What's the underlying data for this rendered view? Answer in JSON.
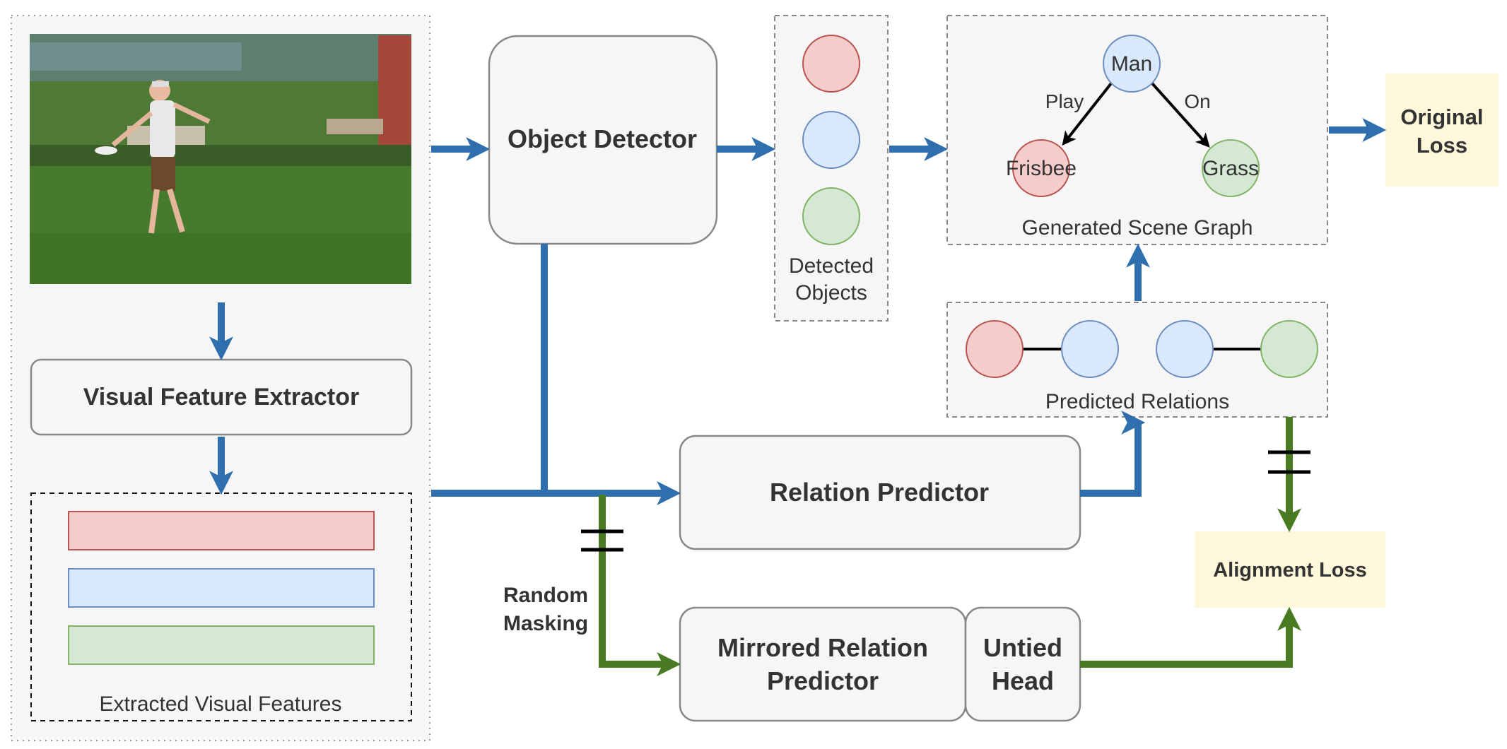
{
  "photo": {
    "description_icon": "frisbee-player-photo"
  },
  "modules": {
    "object_detector": "Object Detector",
    "visual_feature_extractor": "Visual Feature Extractor",
    "relation_predictor": "Relation Predictor",
    "mirrored_relation_predictor_line1": "Mirrored Relation",
    "mirrored_relation_predictor_line2": "Predictor",
    "untied_head_line1": "Untied",
    "untied_head_line2": "Head"
  },
  "labels": {
    "extracted_visual_features": "Extracted Visual Features",
    "detected_objects_line1": "Detected",
    "detected_objects_line2": "Objects",
    "generated_scene_graph": "Generated Scene Graph",
    "predicted_relations": "Predicted Relations",
    "random_masking_line1": "Random",
    "random_masking_line2": "Masking"
  },
  "losses": {
    "original_loss_line1": "Original",
    "original_loss_line2": "Loss",
    "alignment_loss": "Alignment Loss"
  },
  "scene_graph": {
    "nodes": {
      "man": "Man",
      "frisbee": "Frisbee",
      "grass": "Grass"
    },
    "edges": {
      "play": "Play",
      "on": "On"
    }
  },
  "colors": {
    "red_fill": "#f4cccc",
    "red_stroke": "#b85450",
    "blue_fill": "#dae8fc",
    "blue_stroke": "#6c8ebf",
    "green_fill": "#d5e8d4",
    "green_stroke": "#82b366",
    "flow_blue": "#2f6fad",
    "flow_green": "#4a7a23",
    "loss_fill": "#fff7d9",
    "box_fill": "#f6f6f6",
    "box_stroke": "#888888"
  }
}
